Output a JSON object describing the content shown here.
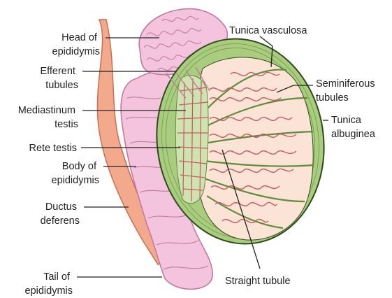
{
  "labels": {
    "head_of_epididymis": [
      "Head of",
      "epididymis"
    ],
    "efferent_tubules": [
      "Efferent",
      "tubules"
    ],
    "mediastinum_testis": [
      "Mediastinum",
      "testis"
    ],
    "rete_testis": [
      "Rete testis"
    ],
    "body_of_epididymis": [
      "Body of",
      "epididymis"
    ],
    "ductus_deferens": [
      "Ductus",
      "deferens"
    ],
    "tail_of_epididymis": [
      "Tail of",
      "epididymis"
    ],
    "tunica_vasculosa": [
      "Tunica vasculosa"
    ],
    "seminiferous_tubules": [
      "Seminiferous",
      "tubules"
    ],
    "tunica_albuginea": [
      "Tunica",
      "albuginea"
    ],
    "straight_tubule": [
      "Straight tubule"
    ]
  },
  "colors": {
    "epididymis": "#f4c4df",
    "epididymis_outline": "#c07a9d",
    "ductus": "#f3a98c",
    "ductus_outline": "#c86e52",
    "tunica_green": "#a9cc7e",
    "tunica_outline": "#2f4a1f",
    "lobule": "#fbe3d6",
    "tubule": "#c35a62",
    "leader": "#222222"
  }
}
